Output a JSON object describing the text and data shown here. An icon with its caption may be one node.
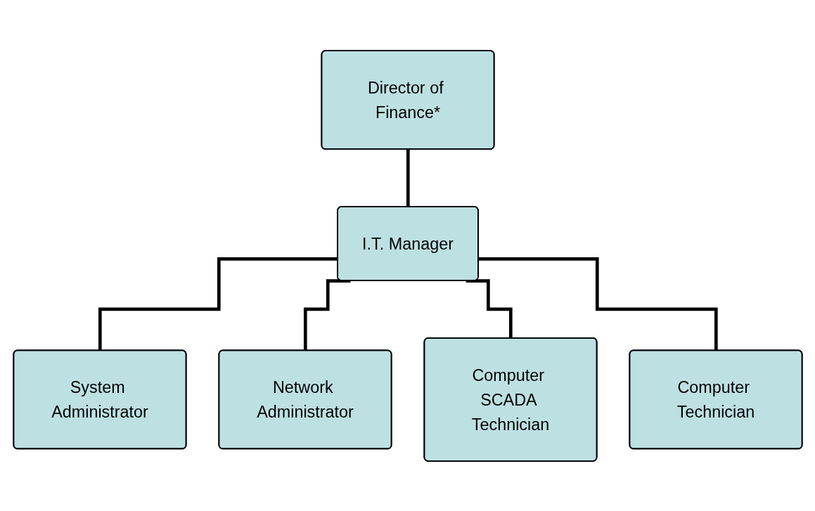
{
  "diagram": {
    "nodes": [
      {
        "text": [
          "Director of Finance*"
        ]
      },
      {
        "text": [
          "I.T. Manager"
        ]
      },
      {
        "text": [
          "System Administrator"
        ]
      },
      {
        "text": [
          "Network Administrator"
        ]
      },
      {
        "text": [
          "Computer SCADA Technician"
        ]
      },
      {
        "text": [
          "Computer Technician"
        ]
      }
    ],
    "edges": [
      {
        "from": 0,
        "to": 1,
        "arrow": "none"
      },
      {
        "from": 1,
        "to": 2,
        "arrow": "none"
      },
      {
        "from": 1,
        "to": 3,
        "arrow": "none"
      },
      {
        "from": 1,
        "to": 4,
        "arrow": "none"
      },
      {
        "from": 1,
        "to": 5,
        "arrow": "none"
      }
    ]
  }
}
